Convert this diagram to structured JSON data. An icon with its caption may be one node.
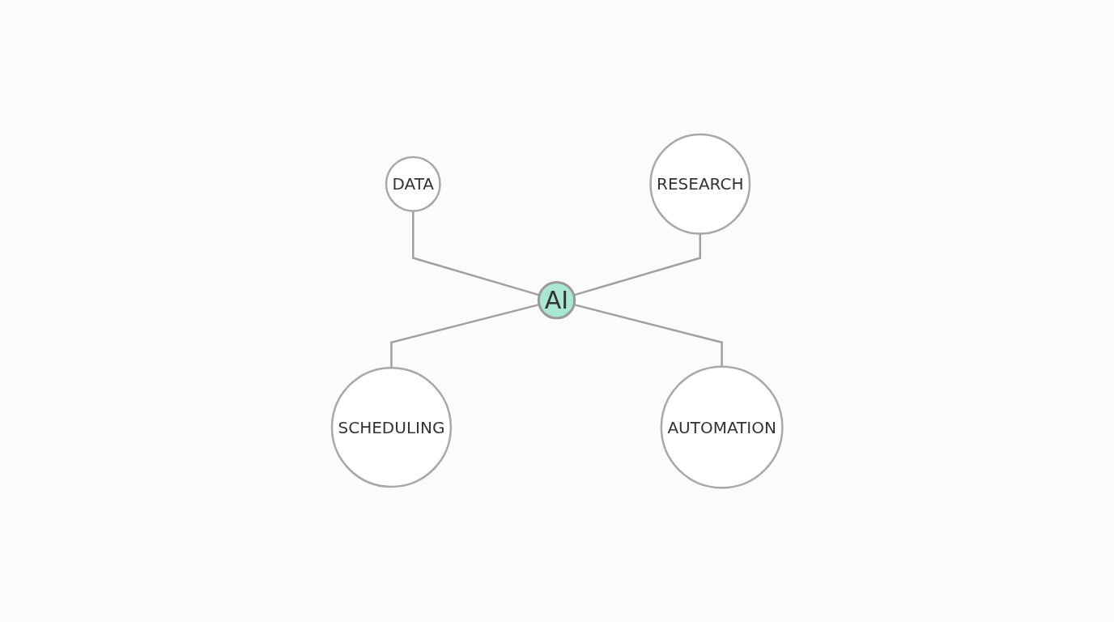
{
  "diagram": {
    "nodes": [
      {
        "text": [
          "AI"
        ]
      },
      {
        "text": [
          "DATA"
        ]
      },
      {
        "text": [
          "RESEARCH"
        ]
      },
      {
        "text": [
          "SCHEDULING"
        ]
      },
      {
        "text": [
          "AUTOMATION"
        ]
      }
    ],
    "edges": [
      {
        "from": 1,
        "to": 0,
        "arrow": "none"
      },
      {
        "from": 2,
        "to": 0,
        "arrow": "none"
      },
      {
        "from": 0,
        "to": 3,
        "arrow": "none"
      },
      {
        "from": 0,
        "to": 4,
        "arrow": "none"
      }
    ]
  }
}
